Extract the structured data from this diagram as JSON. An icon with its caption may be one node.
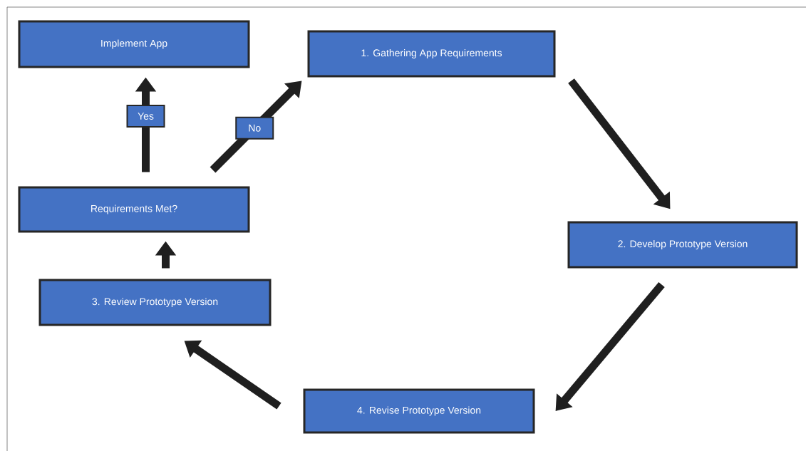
{
  "diagram": {
    "nodes": [
      {
        "text": [
          "Implement App"
        ]
      },
      {
        "text": [
          "1. Gathering App Requirements"
        ]
      },
      {
        "text": [
          "Requirements Met?"
        ]
      },
      {
        "text": [
          "2. Develop Prototype Version"
        ]
      },
      {
        "text": [
          "3. Review Prototype Version"
        ]
      },
      {
        "text": [
          "4. Revise Prototype Version"
        ]
      }
    ],
    "edges": [
      {
        "from": 2,
        "to": 0,
        "arrow": "to",
        "label": "Yes"
      },
      {
        "from": 2,
        "to": 1,
        "arrow": "to",
        "label": "No"
      },
      {
        "from": 1,
        "to": 3,
        "arrow": "to"
      },
      {
        "from": 3,
        "to": 5,
        "arrow": "to"
      },
      {
        "from": 5,
        "to": 4,
        "arrow": "to"
      },
      {
        "from": 4,
        "to": 2,
        "arrow": "to"
      }
    ]
  }
}
